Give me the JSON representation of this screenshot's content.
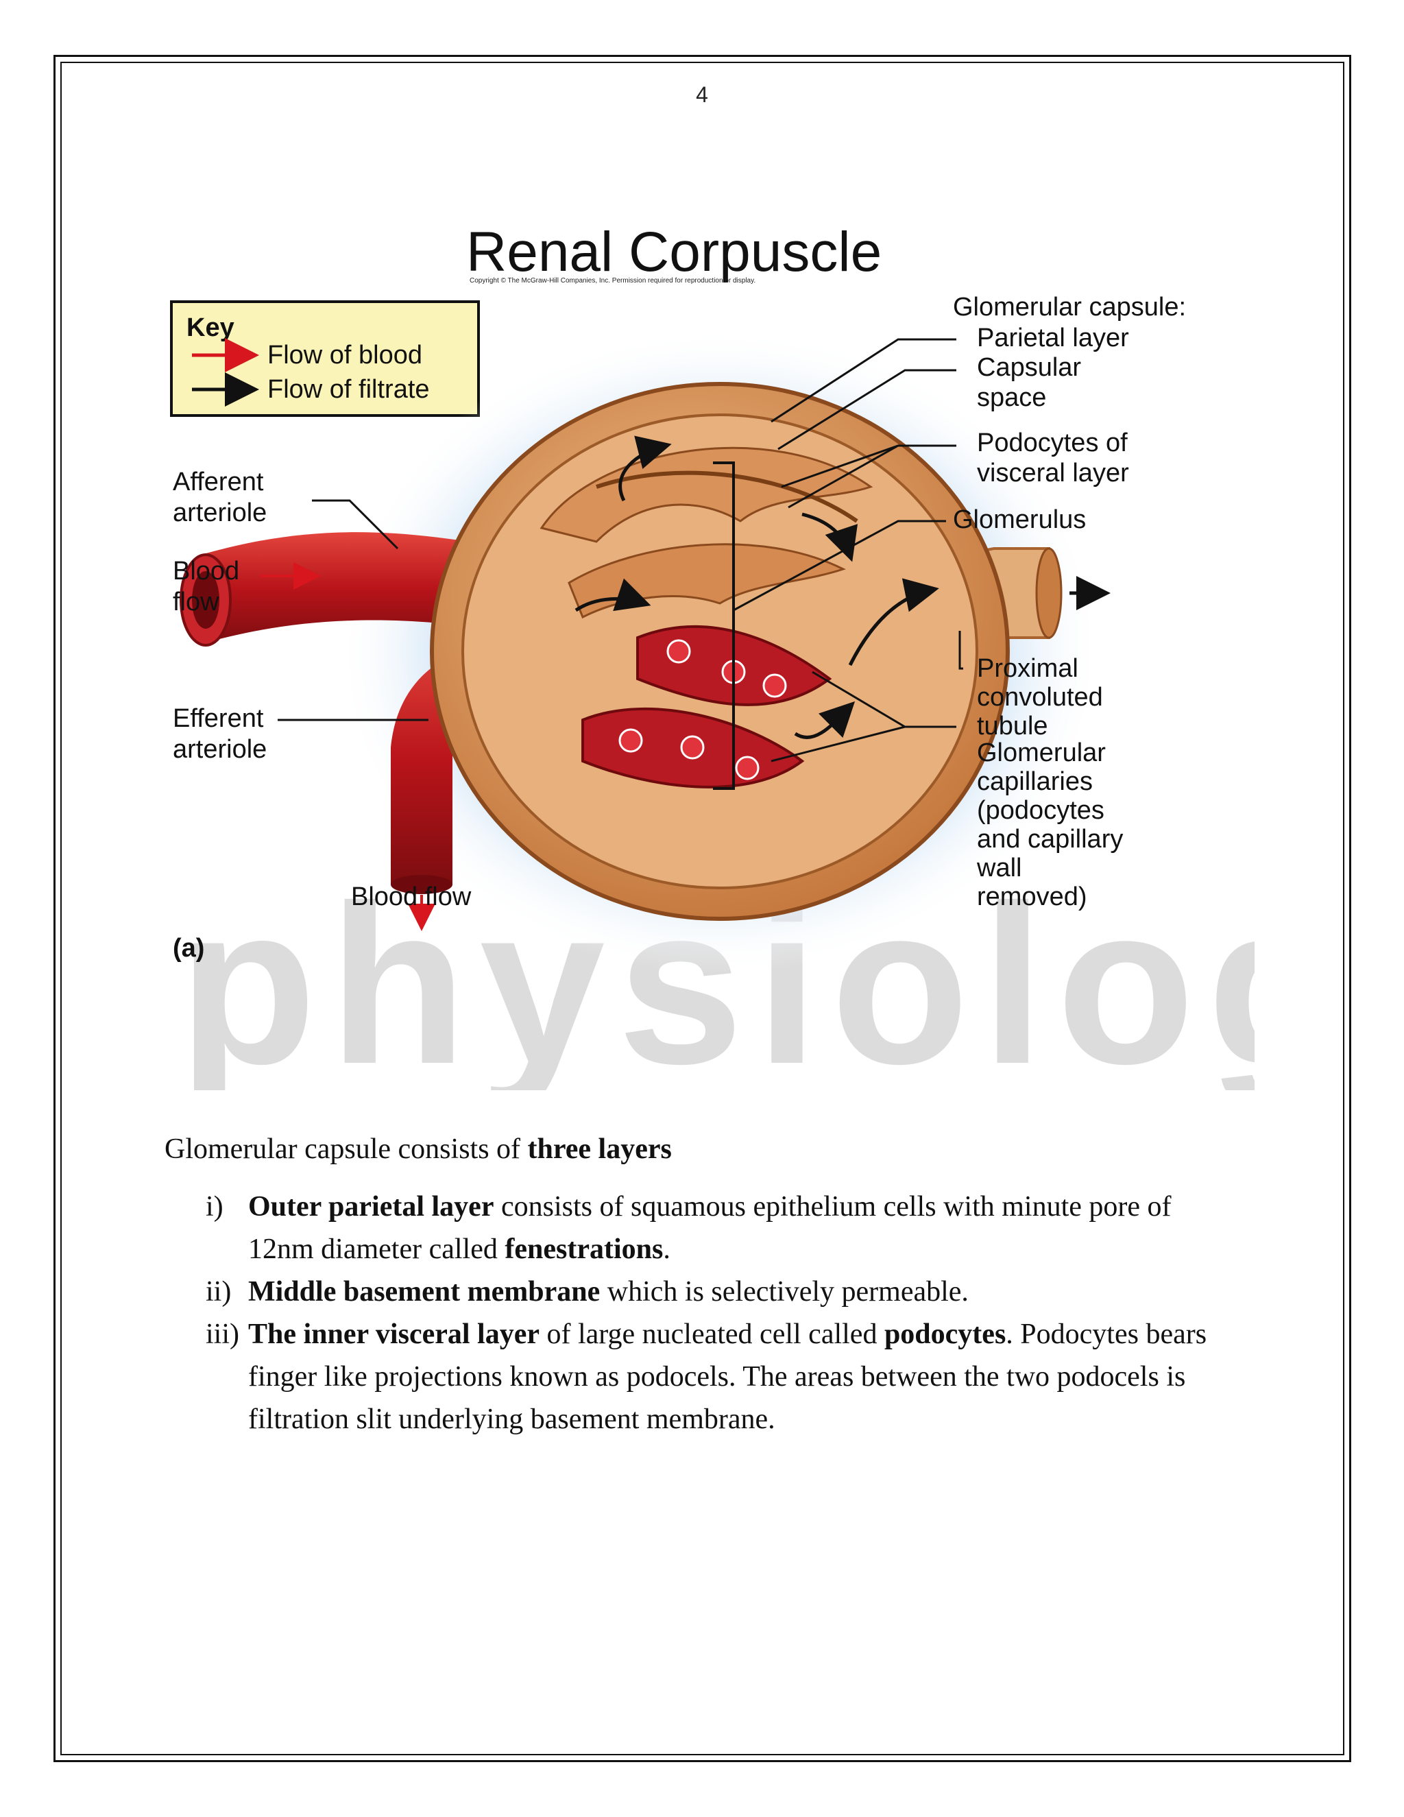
{
  "page": {
    "number": "4"
  },
  "figure": {
    "title": "Renal Corpuscle",
    "copyright": "Copyright © The McGraw-Hill Companies, Inc. Permission required for reproduction or display.",
    "key": {
      "heading": "Key",
      "blood": "Flow of blood",
      "filtrate": "Flow of filtrate"
    },
    "labels": {
      "glomerular_capsule": "Glomerular capsule:",
      "parietal_layer": "Parietal layer",
      "capsular_space_1": "Capsular",
      "capsular_space_2": "space",
      "podocytes_1": "Podocytes of",
      "podocytes_2": "visceral layer",
      "glomerulus": "Glomerulus",
      "proximal_1": "Proximal",
      "proximal_2": "convoluted",
      "proximal_3": "tubule",
      "capillaries_1": "Glomerular",
      "capillaries_2": "capillaries",
      "capillaries_3": "(podocytes",
      "capillaries_4": "and capillary",
      "capillaries_5": "wall",
      "capillaries_6": "removed)",
      "afferent_1": "Afferent",
      "afferent_2": "arteriole",
      "bloodflow_in_1": "Blood",
      "bloodflow_in_2": "flow",
      "efferent_1": "Efferent",
      "efferent_2": "arteriole",
      "bloodflow_out": "Blood flow",
      "panel": "(a)"
    },
    "watermark": "physiology",
    "colors": {
      "blood": "#c8161d",
      "capsule": "#d9935a",
      "key_bg": "#fbf4b8",
      "watermark": "#dcdcdc"
    }
  },
  "text": {
    "intro": "Glomerular  capsule consists of ",
    "intro_bold": "three layers",
    "items": [
      {
        "num": "i)",
        "bold": "Outer parietal layer",
        "rest": " consists of squamous epithelium  cells  with  minute pore of 12nm  diameter  called  ",
        "bold2": "fenestrations",
        "end": "."
      },
      {
        "num": "ii)",
        "bold": "Middle basement membrane",
        "rest": " which  is  selectively  permeable.",
        "bold2": "",
        "end": ""
      },
      {
        "num": "iii)",
        "bold": "The inner visceral layer",
        "rest": " of large  nucleated  cell  called  ",
        "bold2": "podocytes",
        "end": ". Podocytes bears finger  like  projections  known  as podocels. The areas between the two podocels is filtration  slit  underlying  basement membrane."
      }
    ]
  }
}
